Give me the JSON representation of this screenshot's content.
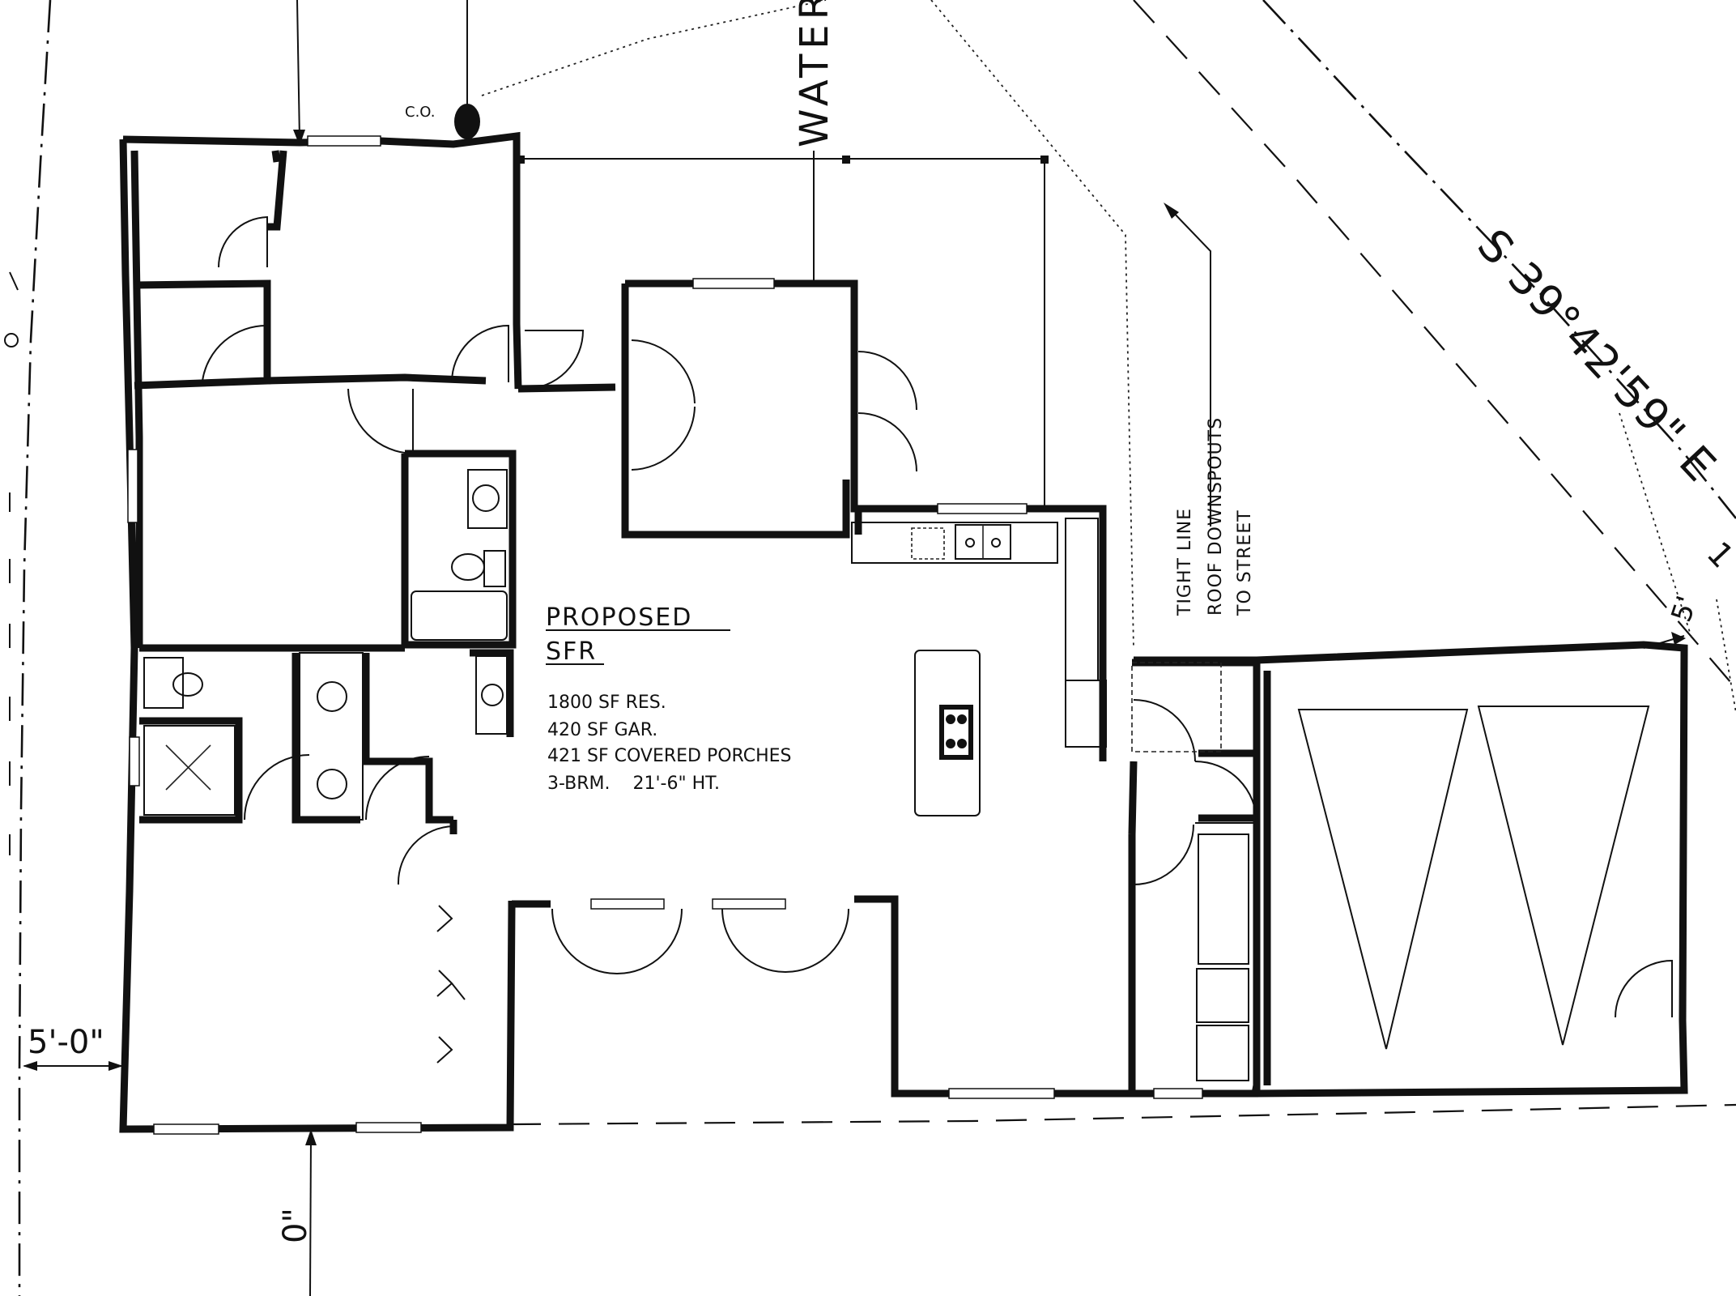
{
  "title": {
    "line1": "PROPOSED",
    "line2": "SFR"
  },
  "specs": [
    "1800 SF RES.",
    "420 SF GAR.",
    "421 SF COVERED PORCHES",
    "3-BRM.    21'-6\" HT."
  ],
  "labels": {
    "cleanout": "C.O.",
    "water": "WATER",
    "bearing": "S 39°42'59\" E",
    "bearing_tail": "1",
    "downspouts_1": "TIGHT LINE",
    "downspouts_2": "ROOF DOWNSPOUTS",
    "downspouts_3": "TO STREET",
    "setback_left": "5'-0\"",
    "setback_bottom": "0\"",
    "setback_right": "5'"
  },
  "colors": {
    "ink": "#111111",
    "paper": "#ffffff"
  }
}
